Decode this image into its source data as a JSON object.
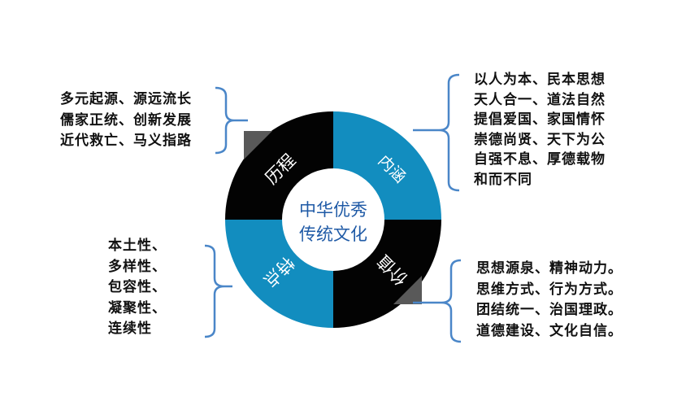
{
  "diagram": {
    "center_title": [
      "中华优秀",
      "传统文化"
    ],
    "quadrants": {
      "history": "历程",
      "content": "内涵",
      "value": "价值",
      "feature": "特点"
    },
    "history_points": [
      "多元起源、源远流长",
      "儒家正统、创新发展",
      "近代救亡、马义指路"
    ],
    "content_points": [
      "以人为本、民本思想",
      "天人合一、道法自然",
      "提倡爱国、家国情怀",
      "崇德尚贤、天下为公",
      "自强不息、厚德载物",
      "和而不同"
    ],
    "feature_points": [
      "本土性、",
      "多样性、",
      "包容性、",
      "凝聚性、",
      "连续性"
    ],
    "value_points": [
      "思想源泉、精神动力。",
      "思维方式、行为方式。",
      "团结统一、治国理政。",
      "道德建设、文化自信。"
    ]
  },
  "colors": {
    "black_quadrant": "#030303",
    "blue_quadrant": "#128dbf",
    "bracket": "#4a86c8",
    "center_text": "#1f5aa6",
    "corner_tab": "#595959"
  }
}
